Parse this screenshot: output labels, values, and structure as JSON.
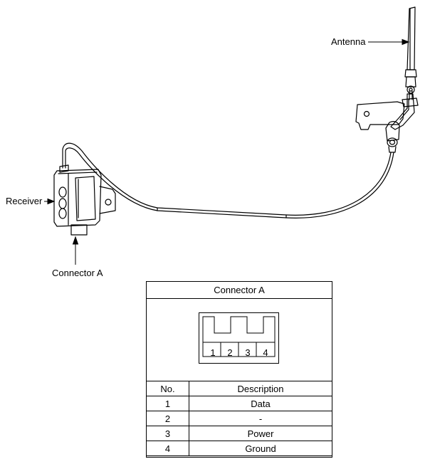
{
  "labels": {
    "antenna": "Antenna",
    "receiver": "Receiver",
    "connector": "Connector A"
  },
  "connector_table": {
    "title": "Connector A",
    "pins": [
      "1",
      "2",
      "3",
      "4"
    ],
    "headers": {
      "no": "No.",
      "description": "Description"
    },
    "rows": [
      {
        "no": "1",
        "description": "Data"
      },
      {
        "no": "2",
        "description": "-"
      },
      {
        "no": "3",
        "description": "Power"
      },
      {
        "no": "4",
        "description": "Ground"
      }
    ]
  }
}
